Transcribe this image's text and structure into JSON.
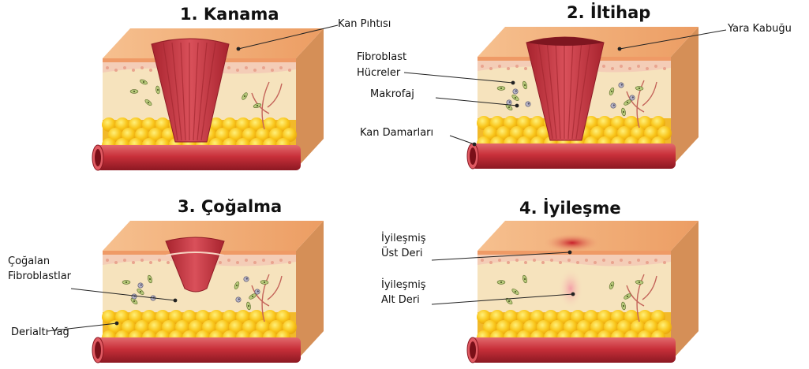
{
  "stages": [
    {
      "title": "1. Kanama",
      "labels": {
        "clot": "Kan Pıhtısı"
      }
    },
    {
      "title": "2. İltihap",
      "labels": {
        "scab": "Yara Kabuğu",
        "fibroblast_1": "Fibroblast",
        "fibroblast_2": "Hücreler",
        "macrophage": "Makrofaj",
        "vessels": "Kan Damarları"
      }
    },
    {
      "title": "3. Çoğalma",
      "labels": {
        "prolif_1": "Çoğalan",
        "prolif_2": "Fibroblastlar",
        "fat": "Derialtı Yağ"
      }
    },
    {
      "title": "4. İyileşme",
      "labels": {
        "epi_1": "İyileşmiş",
        "epi_2": "Üst Deri",
        "derm_1": "İyileşmiş",
        "derm_2": "Alt Deri"
      }
    }
  ],
  "colors": {
    "skin_top": "#f2b17f",
    "skin_side": "#e9a46e",
    "epidermis": "#f4cdb7",
    "dermis": "#f6e3bd",
    "fat": "#f9c51a",
    "vessel": "#c8303a",
    "clot": "#c23b44",
    "base": "#d9a15e"
  }
}
